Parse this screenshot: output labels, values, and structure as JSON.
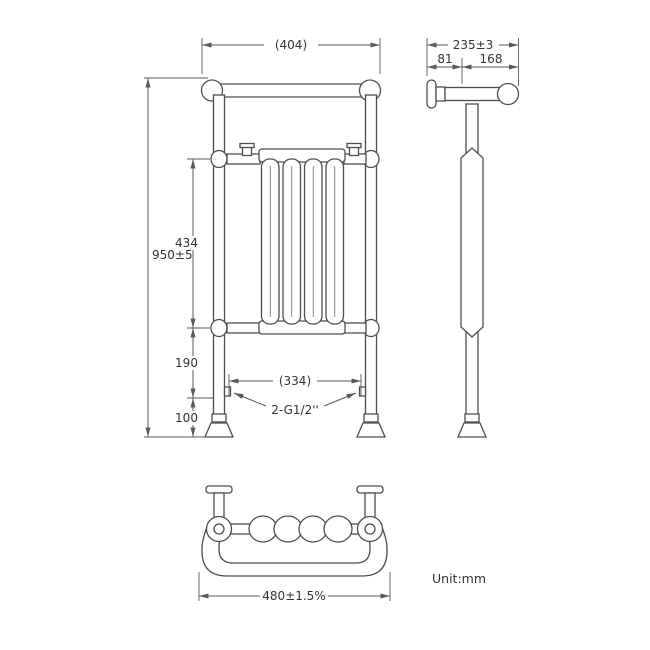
{
  "drawing": {
    "type": "technical-dimension-drawing",
    "subject": "traditional towel rail radiator, three orthographic views"
  },
  "front_view": {
    "dim_top_width": "(404)",
    "dim_height": "950±5",
    "dim_radiator_height": "434",
    "dim_lower_section": "190",
    "dim_foot_section": "100",
    "dim_bottom_width": "(334)",
    "connection_label": "2-G1/2''"
  },
  "side_view": {
    "dim_depth": "235±3",
    "dim_wall_to_post": "81",
    "dim_post_to_end": "168"
  },
  "plan_view": {
    "dim_overall_width": "480±1.5%"
  },
  "note": {
    "unit": "Unit:mm"
  },
  "colors": {
    "line": "#4d4d4d",
    "dimension": "#5a5a5a",
    "text": "#333333",
    "background": "#ffffff"
  }
}
